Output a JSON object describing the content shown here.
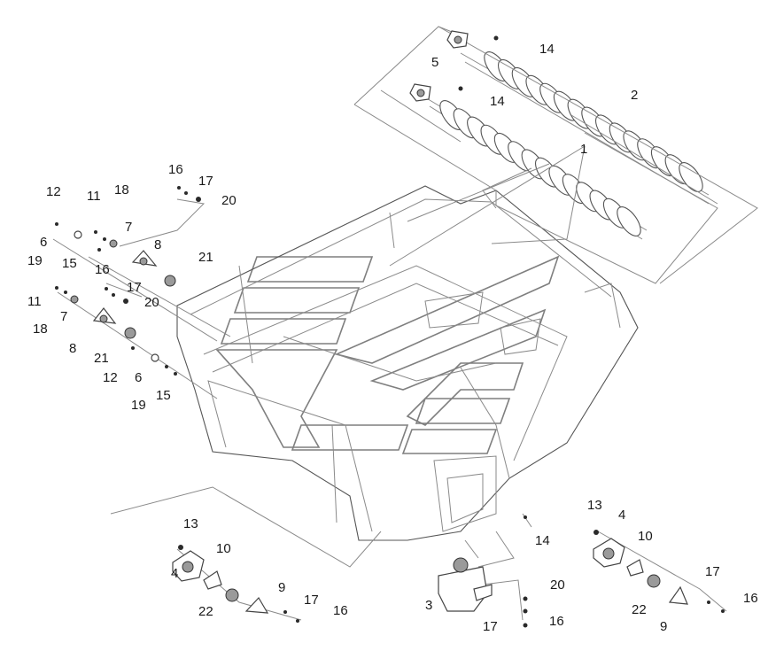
{
  "callouts": {
    "c1": "1",
    "c2": "2",
    "c3": "3",
    "c4a": "4",
    "c4b": "4",
    "c5": "5",
    "c6a": "6",
    "c6b": "6",
    "c7a": "7",
    "c7b": "7",
    "c8a": "8",
    "c8b": "8",
    "c9a": "9",
    "c9b": "9",
    "c10a": "10",
    "c10b": "10",
    "c11a": "11",
    "c11b": "11",
    "c12a": "12",
    "c12b": "12",
    "c13a": "13",
    "c13b": "13",
    "c14a": "14",
    "c14b": "14",
    "c14c": "14",
    "c15a": "15",
    "c15b": "15",
    "c16a": "16",
    "c16b": "16",
    "c16c": "16",
    "c16d": "16",
    "c16e": "16",
    "c17a": "17",
    "c17b": "17",
    "c17c": "17",
    "c17d": "17",
    "c17e": "17",
    "c18a": "18",
    "c18b": "18",
    "c19a": "19",
    "c19b": "19",
    "c20a": "20",
    "c20b": "20",
    "c20c": "20",
    "c21a": "21",
    "c21b": "21",
    "c22a": "22",
    "c22b": "22"
  }
}
